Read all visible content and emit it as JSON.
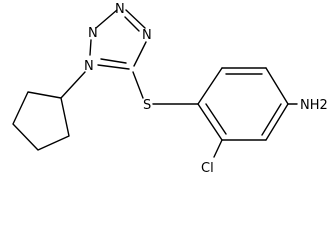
{
  "molecule": {
    "atoms": {
      "n1": "N",
      "n2": "N",
      "n3": "N",
      "n4": "N",
      "s": "S",
      "nh2": "NH2",
      "cl": "Cl"
    }
  }
}
